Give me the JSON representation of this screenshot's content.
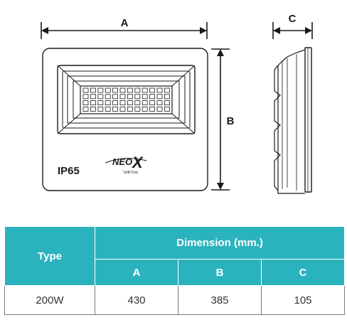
{
  "drawing": {
    "dimension_a": "A",
    "dimension_b": "B",
    "dimension_c": "C",
    "rating": "IP65",
    "logo_main": "NEO",
    "logo_x": "X",
    "logo_sub": "ไฟฟ้าไทย"
  },
  "table": {
    "type_header": "Type",
    "dimension_header": "Dimension (mm.)",
    "columns": [
      "A",
      "B",
      "C"
    ],
    "rows": [
      {
        "type": "200W",
        "a": "430",
        "b": "385",
        "c": "105"
      }
    ]
  },
  "colors": {
    "header_bg": "#2bb3bd",
    "line": "#1a1a1a"
  }
}
